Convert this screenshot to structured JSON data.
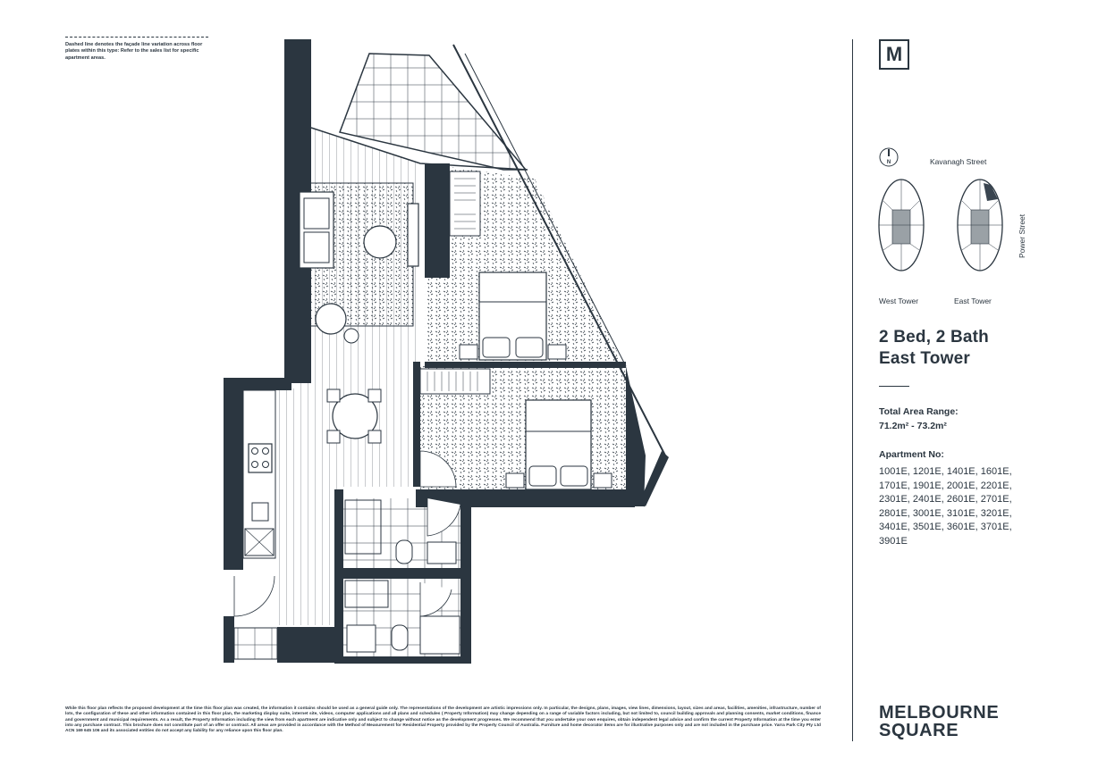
{
  "plan_note": "Dashed line denotes the façade line variation across floor plates within this type: Refer to the sales list for specific apartment areas.",
  "disclaimer": "While this floor plan reflects the proposed development at the time this floor plan was created, the information it contains should be used as a general guide only. The representations of the development are artistic impressions only. In particular, the designs, plans, images, view lines, dimensions, layout, sizes and areas, facilities, amenities, infrastructure, number of lots, the configuration of these and other information contained in this floor plan, the marketing display suite, internet site, videos, computer applications and all plans and schedules ( Property Information) may change depending on a range of variable factors including, but not limited to, council building approvals and planning consents, market conditions, finance and government and municipal requirements. As a result, the Property Information including the view from each apartment are indicative only and subject to change without notice as the development progresses. We recommend that you undertake your own enquires, obtain independent legal advice and confirm the current Property Information at the time you enter into any purchase contract. This brochure does not constitute part of an offer or contract. All areas are provided in accordance with the Method of Measurement for Residential Property provided by the Property Council of Australia. Furniture and home decorator items are for illustrative purposes only and are not included in the purchase price. Yarra Park City Pty Ltd ACN 169 645 106 and its associated entities do not accept any liability for any reliance upon this floor plan.",
  "logo_letter": "M",
  "compass_letter": "N",
  "streets": {
    "top": "Kavanagh Street",
    "side": "Power Street"
  },
  "towers": {
    "west": "West Tower",
    "east": "East Tower"
  },
  "heading": {
    "line1": "2 Bed, 2 Bath",
    "line2": "East Tower"
  },
  "area": {
    "label": "Total Area Range:",
    "value": "71.2m² - 73.2m²"
  },
  "apartments": {
    "label": "Apartment No:",
    "list": "1001E, 1201E, 1401E, 1601E, 1701E, 1901E, 2001E, 2201E, 2301E, 2401E, 2601E, 2701E, 2801E, 3001E, 3101E, 3201E, 3401E, 3501E, 3601E, 3701E, 3901E"
  },
  "brand": {
    "line1": "MELBOURNE",
    "line2": "SQUARE"
  },
  "colors": {
    "ink": "#2b3640",
    "core": "#9aa1a6",
    "highlight": "#3a4550"
  }
}
